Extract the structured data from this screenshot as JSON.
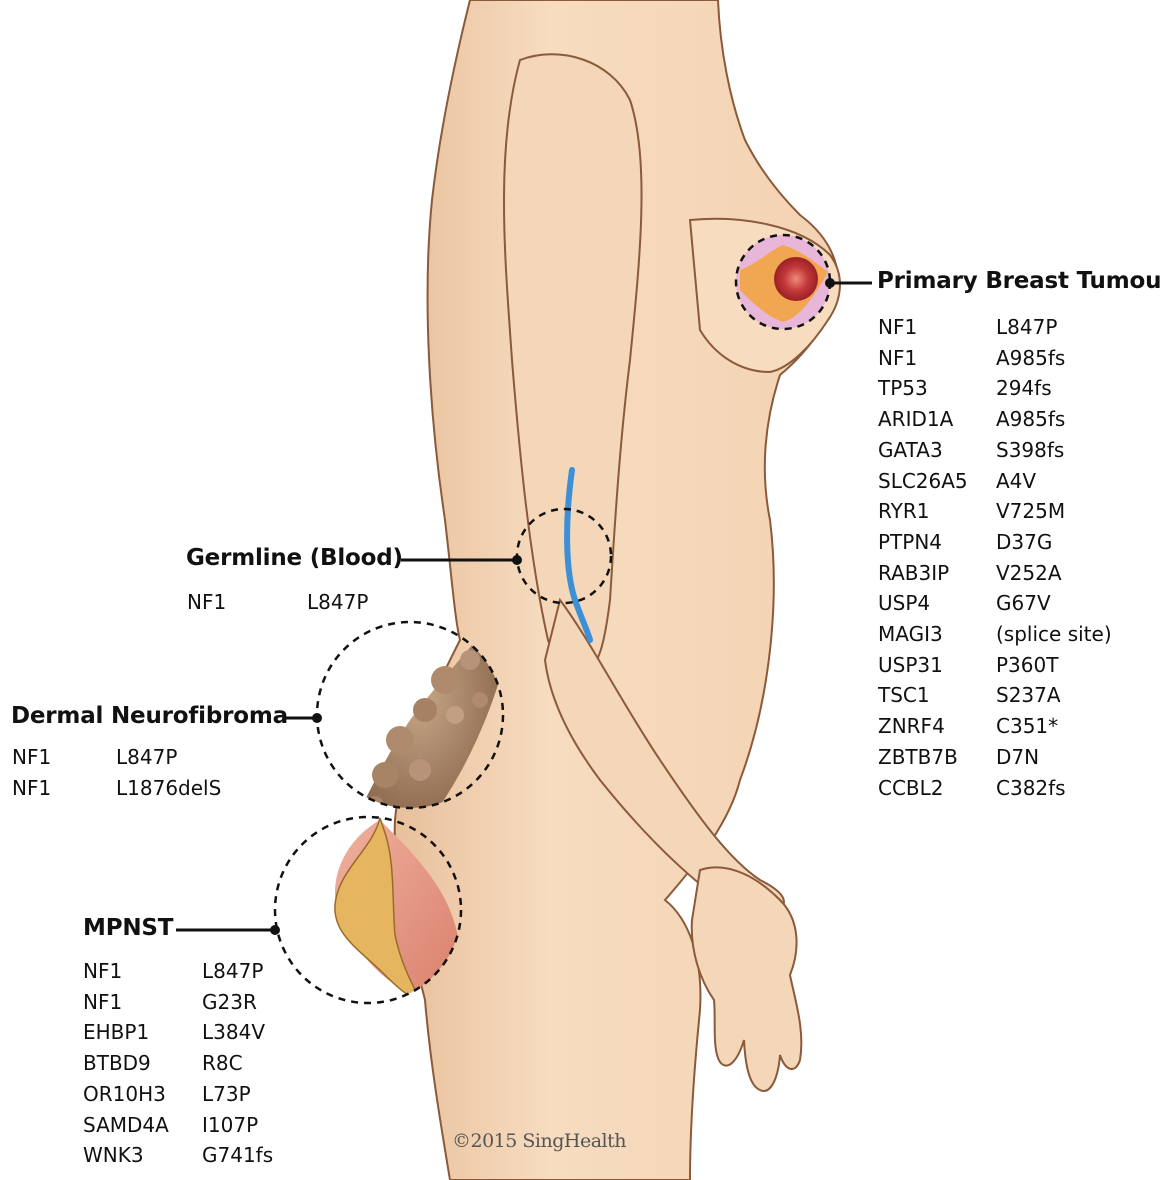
{
  "colors": {
    "skin": "#f6dcbf",
    "skin_shadow": "#e9c29f",
    "outline": "#8a5a3a",
    "leader": "#111111",
    "vein": "#3d8fd6",
    "tumour": "#c2383a",
    "neurofibroma": "#a88466",
    "mpnst_muscle": "#e49a86",
    "mpnst_nerve": "#e6b560"
  },
  "sites": {
    "breast": {
      "label": "Primary Breast Tumour",
      "mutations": [
        {
          "gene": "NF1",
          "change": "L847P"
        },
        {
          "gene": "NF1",
          "change": "A985fs"
        },
        {
          "gene": "TP53",
          "change": "294fs"
        },
        {
          "gene": "ARID1A",
          "change": "A985fs"
        },
        {
          "gene": "GATA3",
          "change": "S398fs"
        },
        {
          "gene": "SLC26A5",
          "change": "A4V"
        },
        {
          "gene": "RYR1",
          "change": "V725M"
        },
        {
          "gene": "PTPN4",
          "change": "D37G"
        },
        {
          "gene": "RAB3IP",
          "change": "V252A"
        },
        {
          "gene": "USP4",
          "change": "G67V"
        },
        {
          "gene": "MAGI3",
          "change": "(splice site)"
        },
        {
          "gene": "USP31",
          "change": "P360T"
        },
        {
          "gene": "TSC1",
          "change": "S237A"
        },
        {
          "gene": "ZNRF4",
          "change": "C351*"
        },
        {
          "gene": "ZBTB7B",
          "change": "D7N"
        },
        {
          "gene": "CCBL2",
          "change": "C382fs"
        }
      ]
    },
    "germline": {
      "label": "Germline (Blood)",
      "mutations": [
        {
          "gene": "NF1",
          "change": "L847P"
        }
      ]
    },
    "dermal": {
      "label": "Dermal Neurofibroma",
      "mutations": [
        {
          "gene": "NF1",
          "change": "L847P"
        },
        {
          "gene": "NF1",
          "change": "L1876delS"
        }
      ]
    },
    "mpnst": {
      "label": "MPNST",
      "mutations": [
        {
          "gene": "NF1",
          "change": "L847P"
        },
        {
          "gene": "NF1",
          "change": "G23R"
        },
        {
          "gene": "EHBP1",
          "change": "L384V"
        },
        {
          "gene": "BTBD9",
          "change": "R8C"
        },
        {
          "gene": "OR10H3",
          "change": "L73P"
        },
        {
          "gene": "SAMD4A",
          "change": "I107P"
        },
        {
          "gene": "WNK3",
          "change": "G741fs"
        }
      ]
    }
  },
  "credit": "©2015 SingHealth"
}
